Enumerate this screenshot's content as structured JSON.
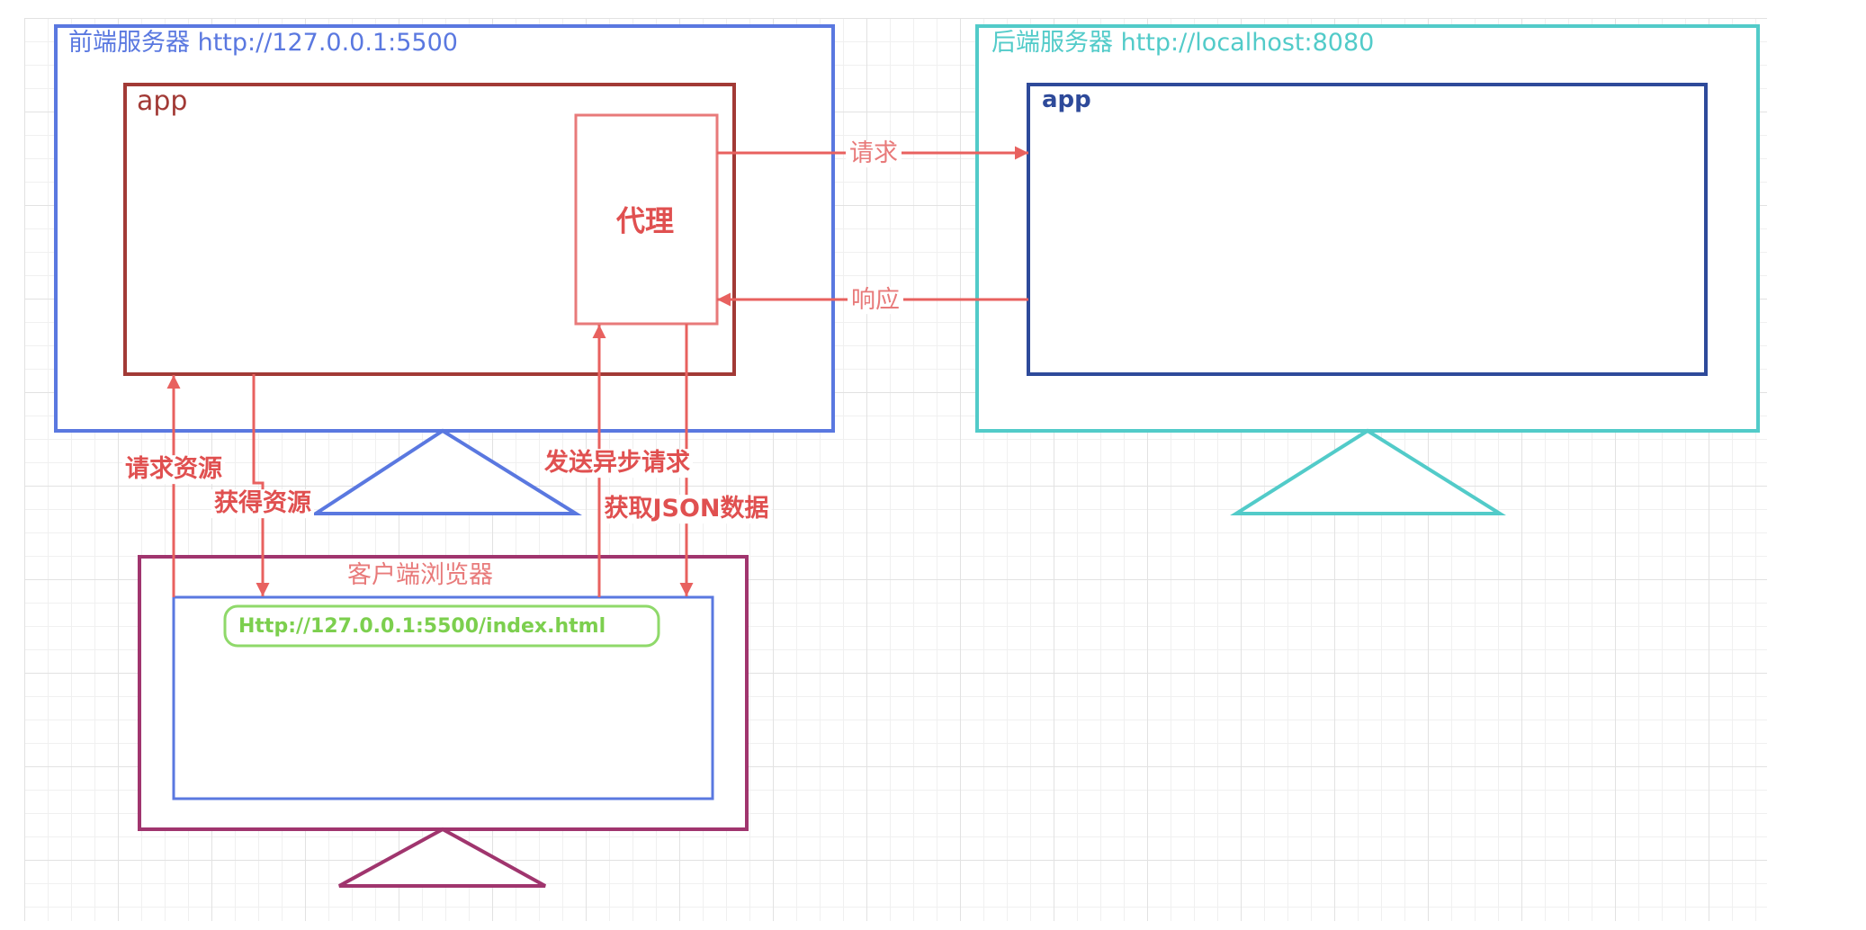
{
  "frontend_server": {
    "label": "前端服务器 http://127.0.0.1:5500",
    "color": "#5a78e0"
  },
  "frontend_app": {
    "label": "app",
    "color": "#a23a36"
  },
  "proxy": {
    "label": "代理",
    "color": "#e87a7a"
  },
  "backend_server": {
    "label": "后端服务器 http://localhost:8080",
    "color": "#52cbc9"
  },
  "backend_app": {
    "label": "app",
    "color": "#2e4a9a"
  },
  "client_browser": {
    "label": "客户端浏览器",
    "color": "#a0356e",
    "screen_color": "#5a78e0",
    "address_bar": {
      "url": "Http://127.0.0.1:5500/index.html",
      "color": "#8fd96a"
    }
  },
  "edges": {
    "color": "#e8615f",
    "request": {
      "label": "请求"
    },
    "response": {
      "label": "响应"
    },
    "request_resource": {
      "label": "请求资源"
    },
    "get_resource": {
      "label": "获得资源"
    },
    "send_async_request": {
      "label": "发送异步请求"
    },
    "get_json_data": {
      "label": "获取JSON数据"
    }
  }
}
